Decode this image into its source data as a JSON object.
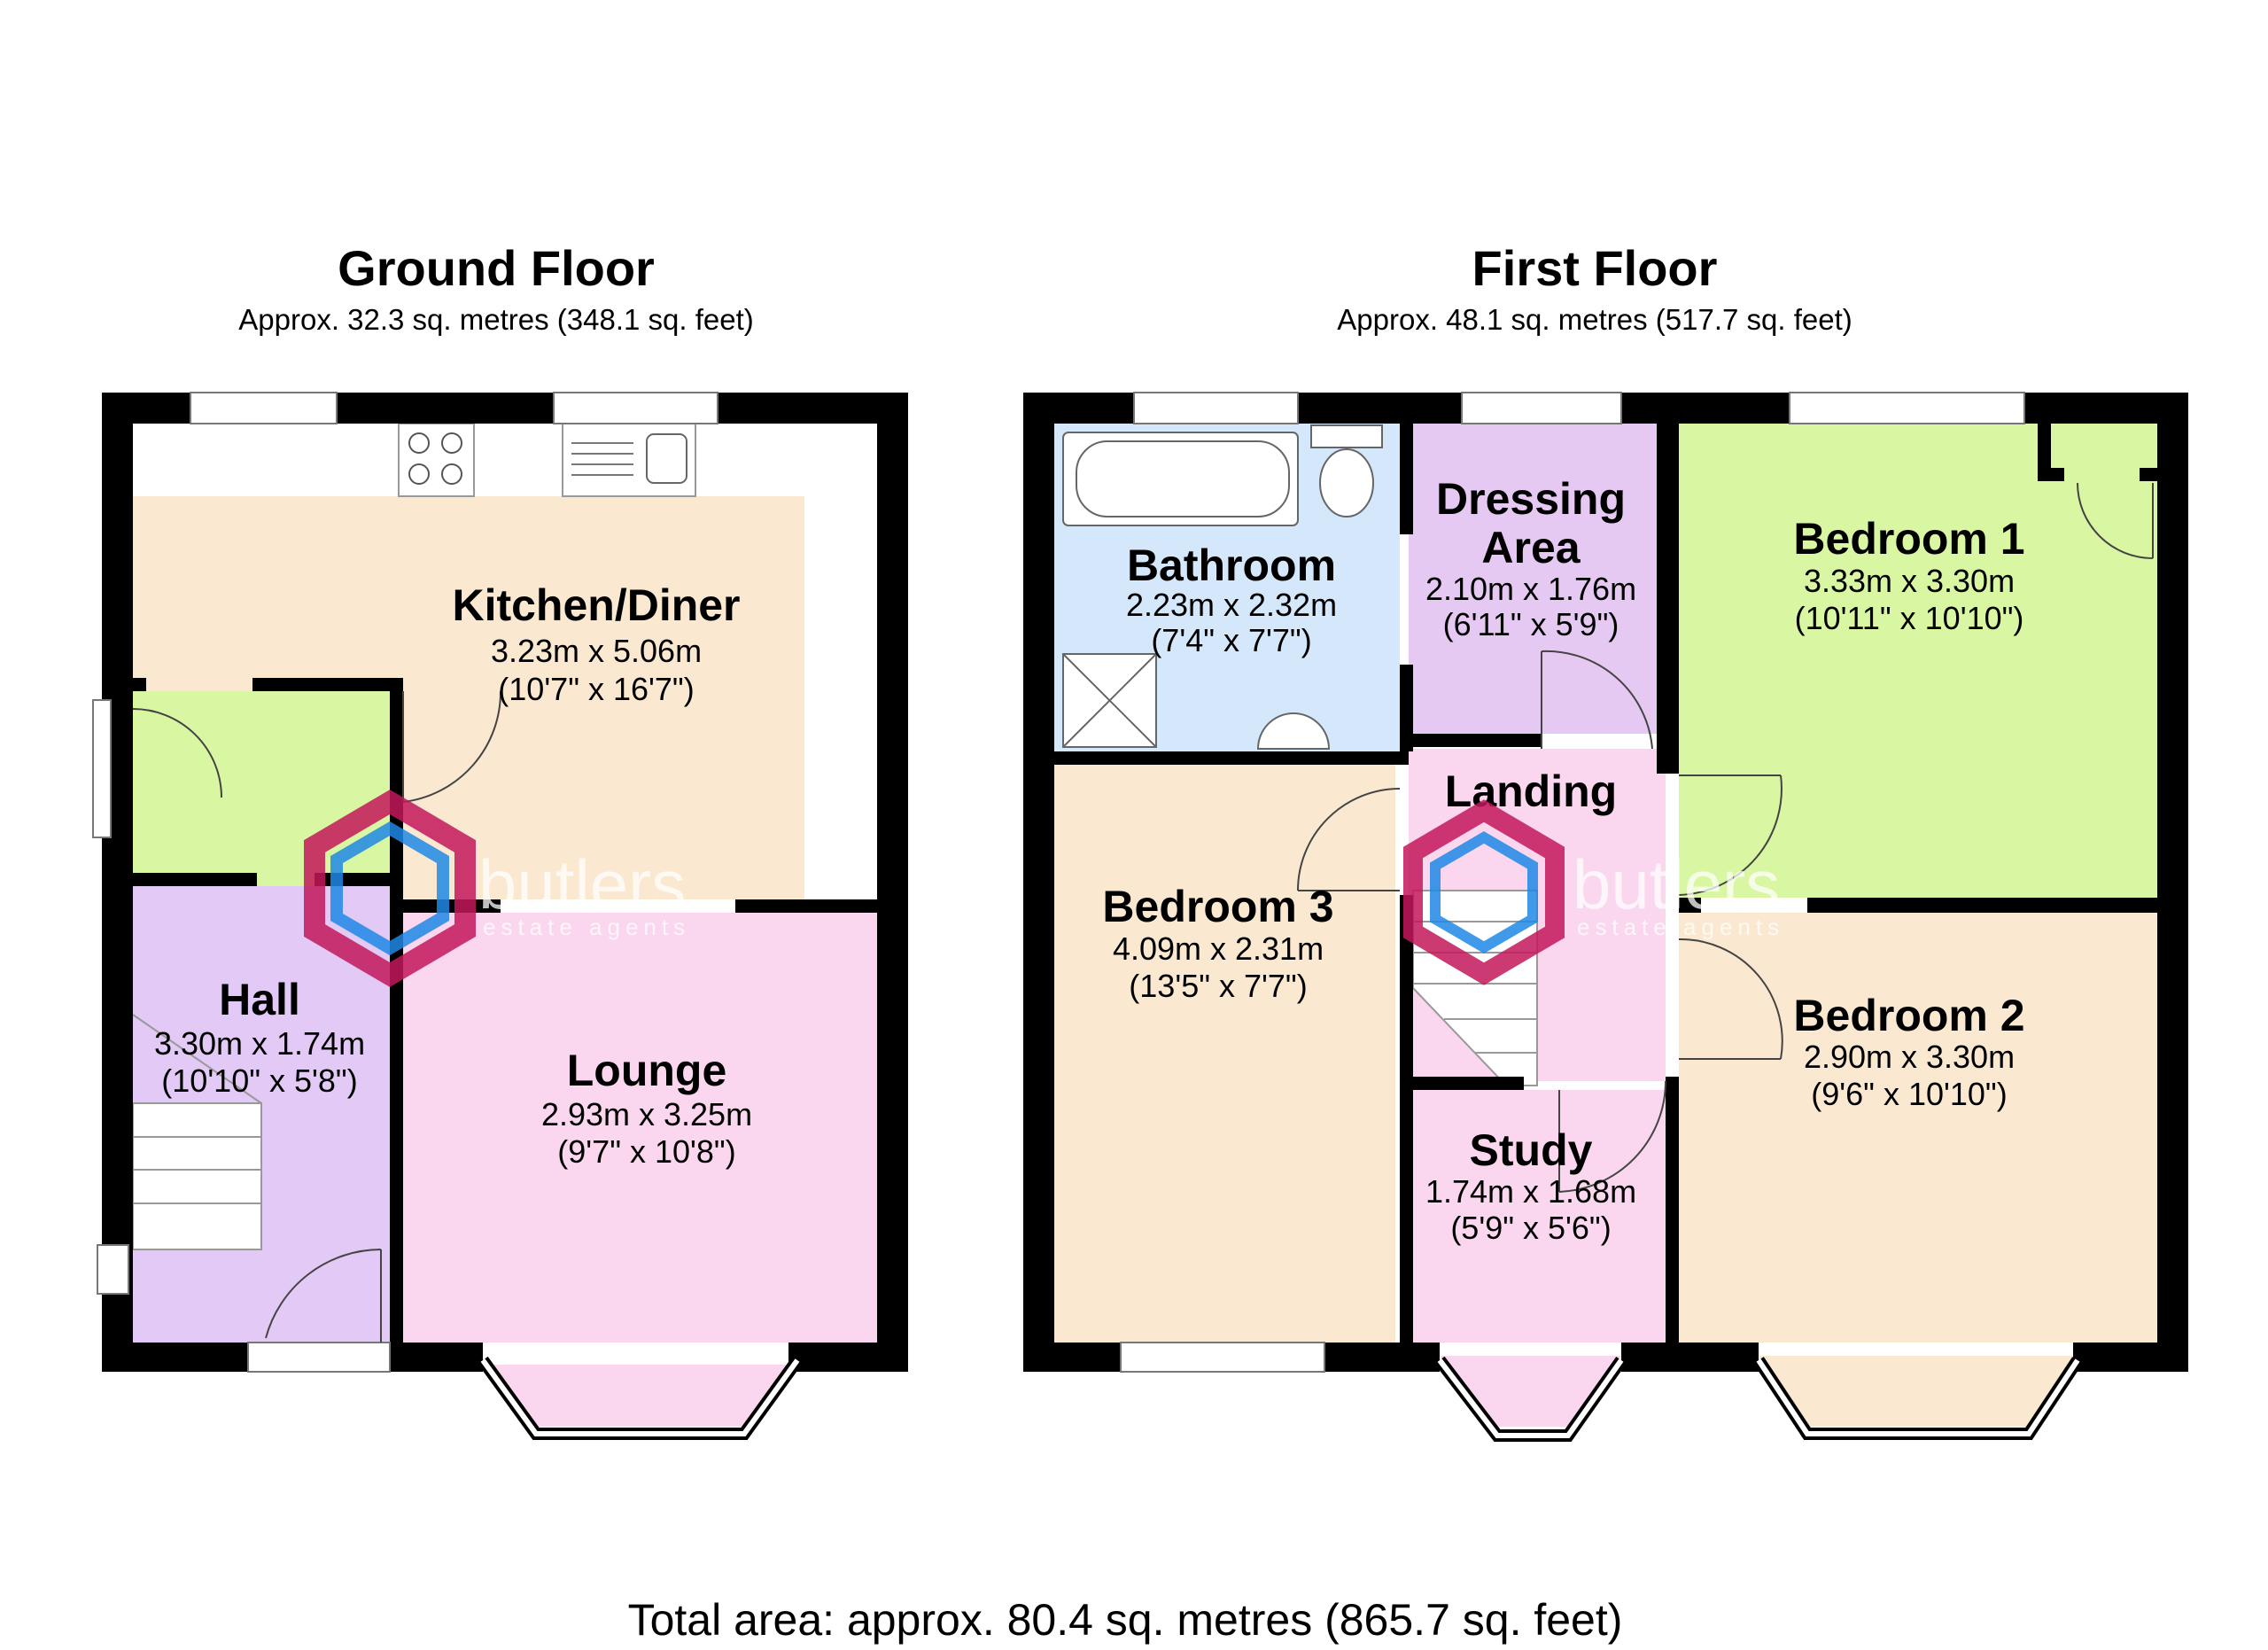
{
  "ground_floor": {
    "title": "Ground Floor",
    "area": "Approx. 32.3 sq. metres (348.1 sq. feet)",
    "rooms": {
      "kitchen": {
        "name": "Kitchen/Diner",
        "metric": "3.23m x 5.06m",
        "imperial": "(10'7\" x 16'7\")",
        "color": "#fbe8d0"
      },
      "hall": {
        "name": "Hall",
        "metric": "3.30m x 1.74m",
        "imperial": "(10'10\" x 5'8\")",
        "color": "#e3c9f5"
      },
      "lounge": {
        "name": "Lounge",
        "metric": "2.93m x 3.25m",
        "imperial": "(9'7\" x 10'8\")",
        "color": "#fad7ee"
      }
    }
  },
  "first_floor": {
    "title": "First Floor",
    "area": "Approx. 48.1 sq. metres (517.7 sq. feet)",
    "rooms": {
      "bathroom": {
        "name": "Bathroom",
        "metric": "2.23m x 2.32m",
        "imperial": "(7'4\" x 7'7\")",
        "color": "#d4e7fb"
      },
      "dressing": {
        "name_line1": "Dressing",
        "name_line2": "Area",
        "metric": "2.10m x 1.76m",
        "imperial": "(6'11\" x 5'9\")",
        "color": "#e6c9f3"
      },
      "bedroom1": {
        "name": "Bedroom 1",
        "metric": "3.33m x 3.30m",
        "imperial": "(10'11\" x 10'10\")",
        "color": "#d9f7a2"
      },
      "landing": {
        "name": "Landing",
        "color": "#fad7ee"
      },
      "bedroom3": {
        "name": "Bedroom 3",
        "metric": "4.09m x 2.31m",
        "imperial": "(13'5\" x 7'7\")",
        "color": "#fbe8d0"
      },
      "bedroom2": {
        "name": "Bedroom 2",
        "metric": "2.90m x 3.30m",
        "imperial": "(9'6\" x 10'10\")",
        "color": "#fbe8d0"
      },
      "study": {
        "name": "Study",
        "metric": "1.74m x 1.68m",
        "imperial": "(5'9\" x 5'6\")",
        "color": "#fad7ee"
      }
    }
  },
  "porch_color": "#d9f7a2",
  "wall_color": "#000000",
  "watermark": {
    "brand": "butlers",
    "tagline": "estate agents"
  },
  "total_area": "Total area: approx. 80.4 sq. metres (865.7 sq. feet)"
}
